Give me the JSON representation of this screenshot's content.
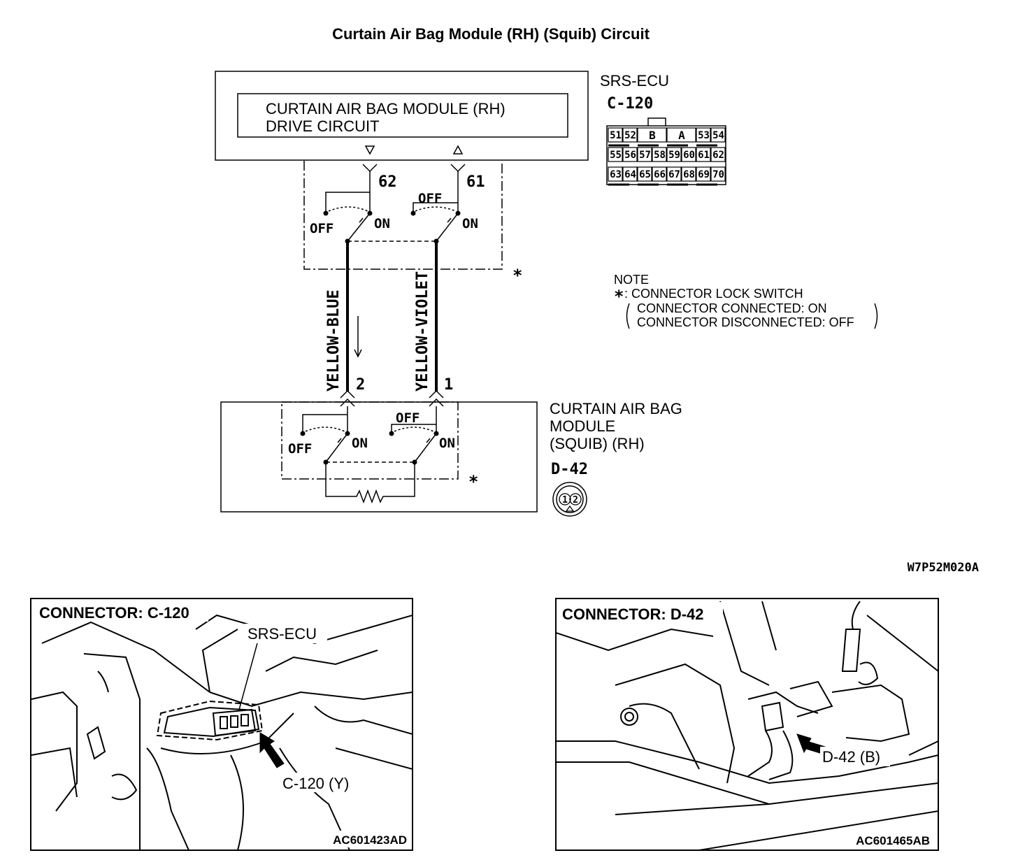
{
  "title": "Curtain Air Bag Module (RH) (Squib) Circuit",
  "ecu": {
    "name": "SRS-ECU",
    "connector_id": "C-120",
    "drive_circuit_line1": "CURTAIN AIR BAG MODULE (RH)",
    "drive_circuit_line2": "DRIVE CIRCUIT",
    "terminal_62": "62",
    "terminal_61": "61",
    "switch_off": "OFF",
    "switch_on": "ON",
    "lock_switch_mark": "*",
    "pins": {
      "row1_left": [
        "51",
        "52"
      ],
      "row1_B": "B",
      "row1_A": "A",
      "row1_right": [
        "53",
        "54"
      ],
      "row2": [
        "55",
        "56",
        "57",
        "58",
        "59",
        "60",
        "61",
        "62"
      ],
      "row3": [
        "63",
        "64",
        "65",
        "66",
        "67",
        "68",
        "69",
        "70"
      ]
    }
  },
  "wires": {
    "left": "YELLOW-BLUE",
    "right": "YELLOW-VIOLET"
  },
  "module": {
    "name_line1": "CURTAIN AIR BAG",
    "name_line2": "MODULE",
    "name_line3": "(SQUIB) (RH)",
    "connector_id": "D-42",
    "terminal_2": "2",
    "terminal_1": "1",
    "pin_1": "1",
    "pin_2": "2",
    "switch_off": "OFF",
    "switch_on": "ON",
    "lock_switch_mark": "*"
  },
  "note": {
    "heading": "NOTE",
    "mark": "*",
    "line1": ": CONNECTOR LOCK SWITCH",
    "line2": "CONNECTOR CONNECTED: ON",
    "line3": "CONNECTOR DISCONNECTED: OFF"
  },
  "diagram_code": "W7P52M020A",
  "photo_left": {
    "heading": "CONNECTOR: C-120",
    "callout_ecu": "SRS-ECU",
    "callout_connector": "C-120 (Y)",
    "code": "AC601423AD"
  },
  "photo_right": {
    "heading": "CONNECTOR: D-42",
    "callout_connector": "D-42 (B)",
    "code": "AC601465AB"
  }
}
